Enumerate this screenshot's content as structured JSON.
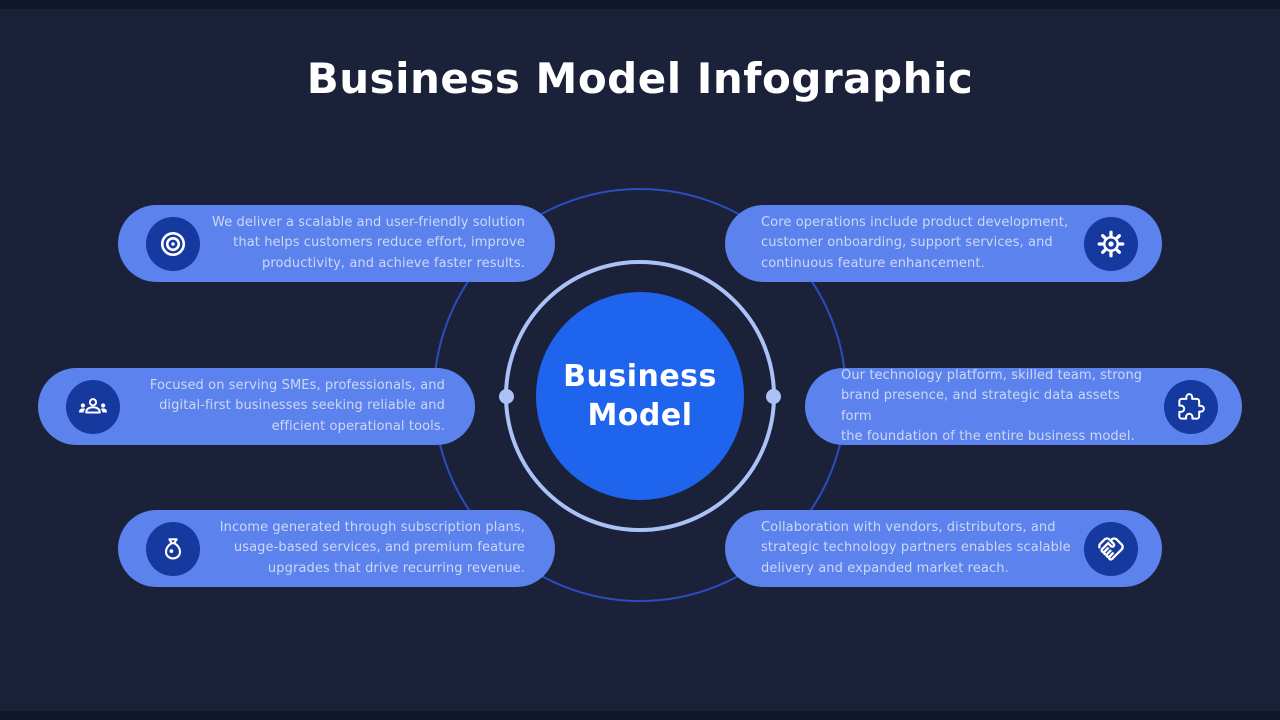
{
  "title": "Business Model Infographic",
  "center": {
    "label": "Business\nModel"
  },
  "cards": [
    {
      "icon": "target-icon",
      "text": "We deliver a scalable and user-friendly solution\nthat helps customers reduce effort, improve\nproductivity, and achieve faster results."
    },
    {
      "icon": "users-icon",
      "text": "Focused on serving SMEs, professionals, and\ndigital-first businesses seeking reliable and\nefficient operational tools."
    },
    {
      "icon": "money-bag-icon",
      "text": "Income generated through subscription plans,\nusage-based services, and premium feature\nupgrades that drive recurring revenue."
    },
    {
      "icon": "gear-icon",
      "text": "Core operations include product development,\ncustomer onboarding, support services, and\ncontinuous feature enhancement."
    },
    {
      "icon": "puzzle-icon",
      "text": "Our technology platform, skilled team, strong\nbrand presence, and strategic data assets form\nthe foundation of the entire business model."
    },
    {
      "icon": "handshake-icon",
      "text": "Collaboration with vendors, distributors, and\nstrategic technology partners enables scalable\ndelivery and expanded market reach."
    }
  ],
  "colors": {
    "background": "#1a2138",
    "card_fill": "#5c82ee",
    "icon_badge_fill": "#1639a0",
    "center_circle_fill": "#1f64ec",
    "orbit_ring": "#a9c3f8",
    "outer_circle": "#2a4dbf",
    "card_text": "#ccd8f4",
    "title_text": "#ffffff"
  }
}
